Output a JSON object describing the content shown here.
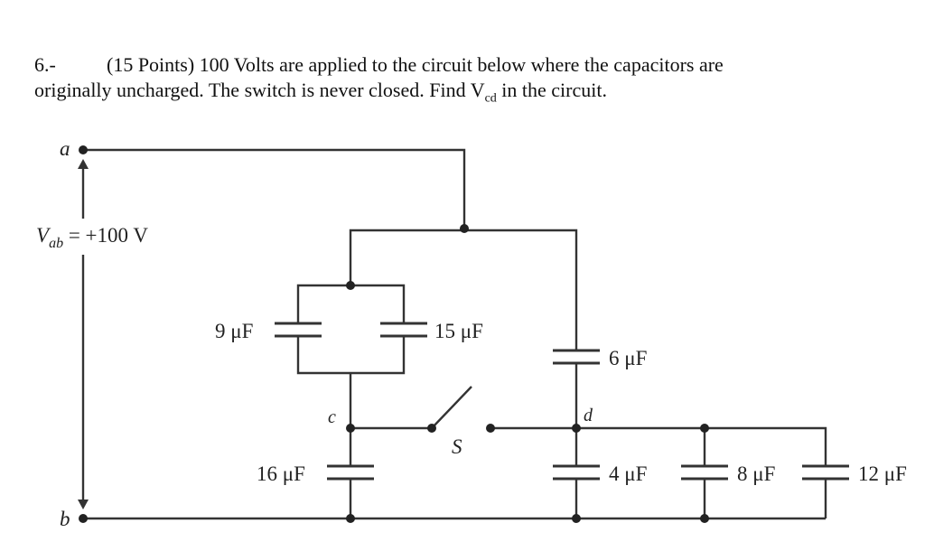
{
  "problem": {
    "number": "6.-",
    "line1": "(15 Points) 100 Volts are applied to the circuit below where the capacitors are",
    "line2_pre": "originally uncharged. The switch is never closed. Find V",
    "line2_sub": "cd",
    "line2_post": " in the circuit."
  },
  "circuit": {
    "node_a": "a",
    "node_b": "b",
    "node_c": "c",
    "node_d": "d",
    "switch_label": "S",
    "source_v": "V",
    "source_sub": "ab",
    "source_value": " = +100 V",
    "capacitors": {
      "c9": "9 μF",
      "c15": "15 μF",
      "c6": "6 μF",
      "c16": "16 μF",
      "c4": "4 μF",
      "c8": "8 μF",
      "c12": "12 μF"
    }
  }
}
